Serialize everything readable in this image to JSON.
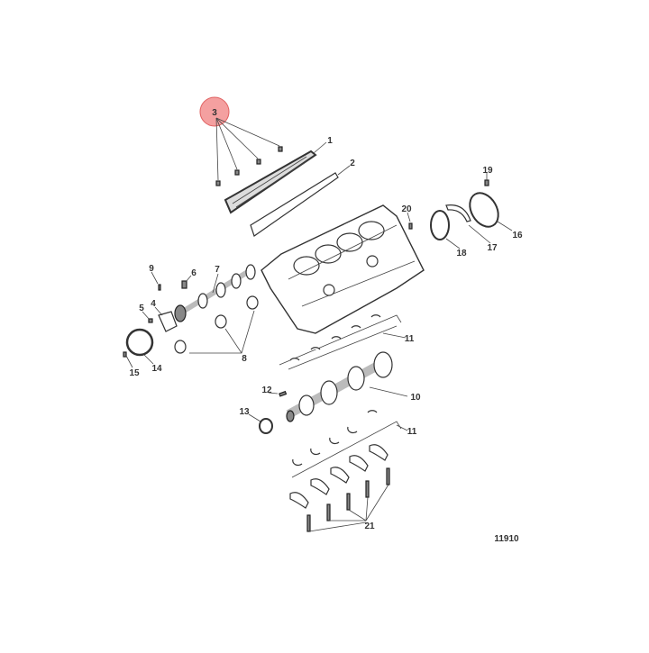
{
  "diagram": {
    "title": "Cylinder block exploded view",
    "figure_number": "11910",
    "highlight_color": "#f08080",
    "highlighted_callout": "3",
    "callouts": {
      "c1": "1",
      "c2": "2",
      "c3": "3",
      "c4": "4",
      "c5": "5",
      "c6": "6",
      "c7": "7",
      "c8": "8",
      "c9": "9",
      "c10": "10",
      "c11a": "11",
      "c11b": "11",
      "c12": "12",
      "c13": "13",
      "c14": "14",
      "c15": "15",
      "c16": "16",
      "c17": "17",
      "c18": "18",
      "c19": "19",
      "c20": "20",
      "c21": "21"
    }
  }
}
